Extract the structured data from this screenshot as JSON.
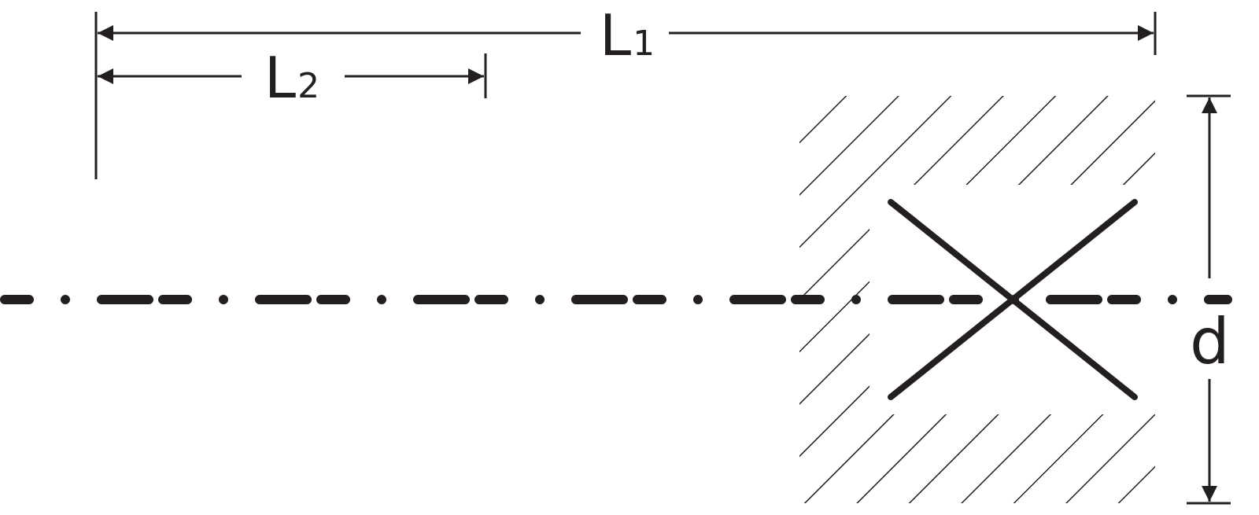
{
  "diagram": {
    "labels": {
      "L1": {
        "main": "L",
        "sub": "1"
      },
      "L2": {
        "main": "L",
        "sub": "2"
      },
      "d": {
        "main": "d"
      }
    },
    "colors": {
      "ink": "#231f20",
      "background": "#ffffff"
    }
  }
}
